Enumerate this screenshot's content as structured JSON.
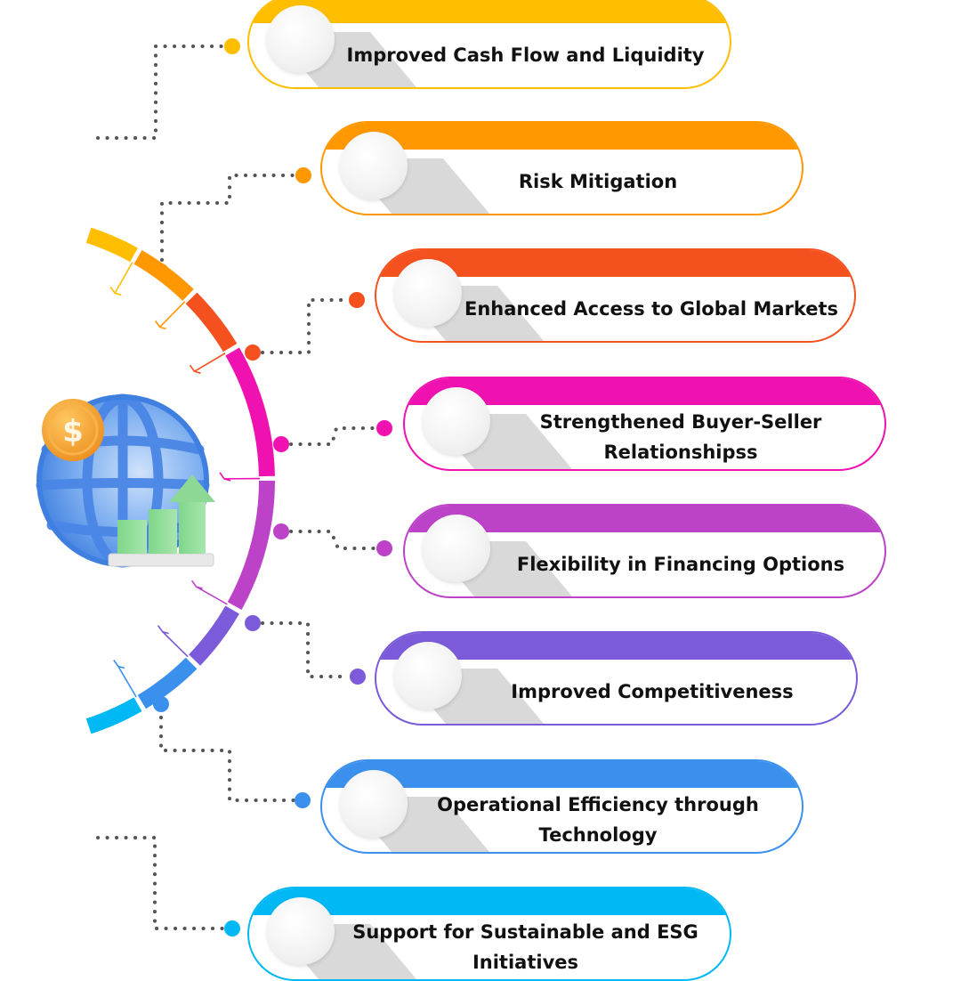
{
  "diagram": {
    "type": "radial-benefits-infographic",
    "center_illustration": {
      "icons": [
        "globe-icon",
        "dollar-coin-icon",
        "bar-chart-growth-icon",
        "up-arrow-icon"
      ],
      "coin_symbol": "$"
    },
    "connector_color": "#555555",
    "items": [
      {
        "label": "Improved Cash Flow and Liquidity",
        "color": "#FFBE00"
      },
      {
        "label": "Risk Mitigation",
        "color": "#FF9800"
      },
      {
        "label": "Enhanced Access to Global Markets",
        "color": "#F4511E"
      },
      {
        "label": "Strengthened Buyer-Seller Relationshipss",
        "color": "#F012B0"
      },
      {
        "label": "Flexibility in Financing Options",
        "color": "#BC43C8"
      },
      {
        "label": "Improved Competitiveness",
        "color": "#7B5BD9"
      },
      {
        "label": "Operational Efficiency through Technology",
        "color": "#3B90EE"
      },
      {
        "label": "Support for Sustainable and ESG Initiatives",
        "color": "#00B8F4"
      }
    ]
  }
}
